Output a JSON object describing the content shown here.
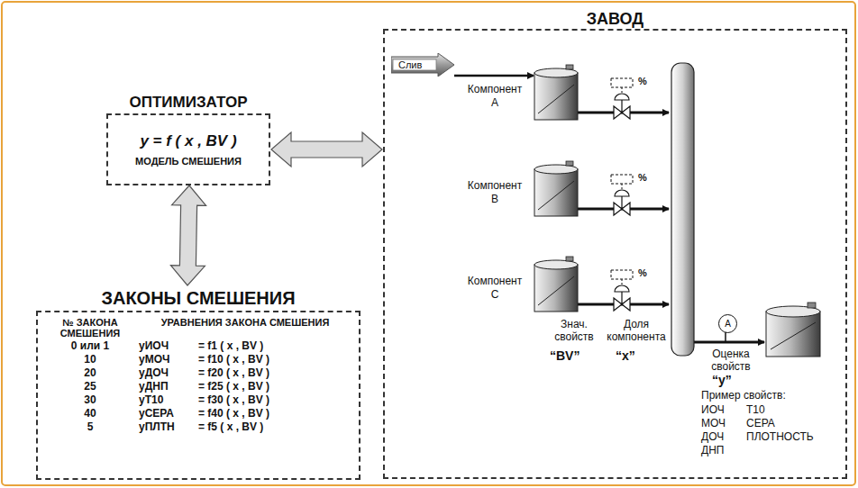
{
  "diagram": {
    "nodes": [
      {
        "text": [
          "ОПТИМИЗАТОР",
          "y = f ( x , BV )",
          "МОДЕЛЬ СМЕШЕНИЯ"
        ]
      },
      {
        "text": [
          "ЗАКОНЫ СМЕШЕНИЯ",
          "№ ЗАКОНА СМЕШЕНИЯ",
          "УРАВНЕНИЯ ЗАКОНА СМЕШЕНИЯ",
          "0 или 1",
          "yИОЧ",
          "= f1 ( x , BV )",
          "10",
          "yМОЧ",
          "= f10 ( x , BV )",
          "20",
          "yДОЧ",
          "= f20 ( x , BV )",
          "25",
          "yДНП",
          "= f25 ( x , BV )",
          "30",
          "yТ10",
          "= f30 ( x , BV )",
          "40",
          "yСЕРА",
          "= f40 ( x , BV )",
          "5",
          "yПЛТН",
          "= f5 ( x , BV )"
        ]
      },
      {
        "text": [
          "ЗАВОД"
        ]
      },
      {
        "text": [
          "Слив"
        ],
        "in": 2
      },
      {
        "text": [
          "Компонент А"
        ],
        "in": 2
      },
      {
        "text": [
          "Компонент В"
        ],
        "in": 2
      },
      {
        "text": [
          "Компонент С"
        ],
        "in": 2
      },
      {
        "text": [
          "A"
        ],
        "in": 2
      }
    ],
    "edges": [
      {
        "from": 0,
        "to": 1,
        "arrow": "both"
      },
      {
        "from": 0,
        "to": 2,
        "arrow": "both"
      },
      {
        "from": 3,
        "to": 4,
        "arrow": "to"
      }
    ],
    "labels": [
      "%",
      "%",
      "%",
      "Знач. свойств",
      "“BV”",
      "Доля компонента",
      "“x”",
      "Оценка свойств",
      "“y”",
      "Пример свойств:",
      "ИОЧ",
      "T10",
      "МОЧ",
      "СЕРА",
      "ДОЧ",
      "ПЛОТНОСТЬ",
      "ДНП"
    ]
  }
}
